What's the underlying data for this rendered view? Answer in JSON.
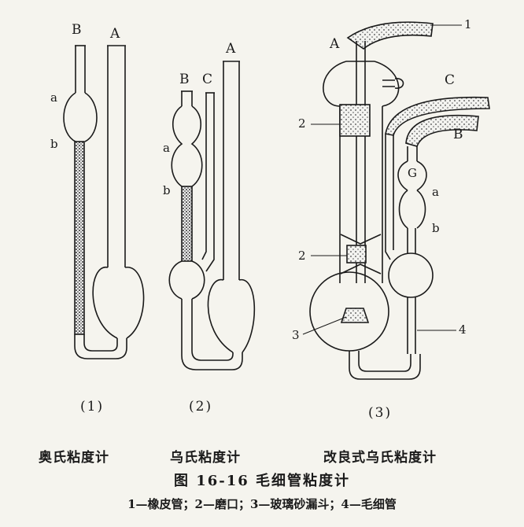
{
  "viscometer_1": {
    "tube_labels": [
      "B",
      "A"
    ],
    "marks": [
      "a",
      "b"
    ],
    "number": "(1)",
    "name": "奥氏粘度计"
  },
  "viscometer_2": {
    "tube_labels": [
      "B",
      "C",
      "A"
    ],
    "marks": [
      "a",
      "b"
    ],
    "number": "(2)",
    "name": "乌氏粘度计"
  },
  "viscometer_3": {
    "tube_labels": [
      "A",
      "C",
      "B"
    ],
    "bulb_label": "G",
    "marks": [
      "a",
      "b"
    ],
    "callouts": [
      "1",
      "2",
      "2",
      "3",
      "4"
    ],
    "number": "(3)",
    "name": "改良式乌氏粘度计"
  },
  "caption": "图 16-16 毛细管粘度计",
  "legend": "1—橡皮管；2—磨口；3—玻璃砂漏斗；4—毛细管"
}
